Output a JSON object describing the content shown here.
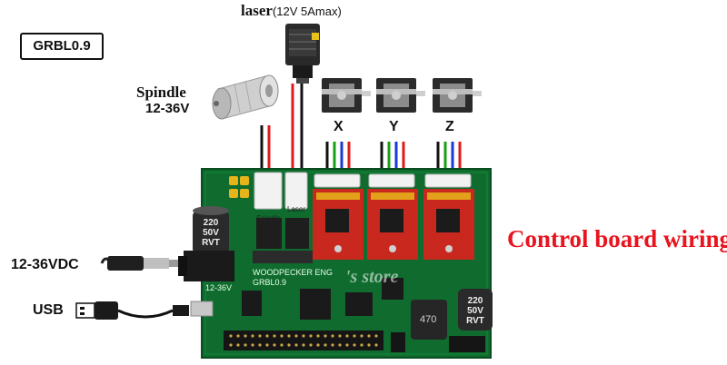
{
  "labels": {
    "grbl": "GRBL0.9",
    "laser": "laser",
    "laser_spec": "(12V 5Amax)",
    "spindle": "Spindle",
    "spindle_voltage": "12-36V",
    "axis_x": "X",
    "axis_y": "Y",
    "axis_z": "Z",
    "power_in": "12-36VDC",
    "usb": "USB",
    "title": "Control board wiring"
  },
  "board": {
    "header_spindle": "Spindle",
    "header_laser": "Laser",
    "silk_name": "WOODPECKER ENG",
    "silk_model": "GRBL0.9",
    "silk_voltage": "12-36V",
    "inductor": "470",
    "watermark": "'s store",
    "cap_left": [
      "220",
      "50V",
      "RVT"
    ],
    "cap_right": [
      "220",
      "50V",
      "RVT"
    ]
  },
  "colors": {
    "board_green": "#0f6b2e",
    "wire_red": "#e01a1a",
    "wire_black": "#111111",
    "wire_green": "#16a016",
    "wire_blue": "#1a3ad8",
    "driver_red": "#c8281e",
    "title_red": "#e8141e"
  }
}
